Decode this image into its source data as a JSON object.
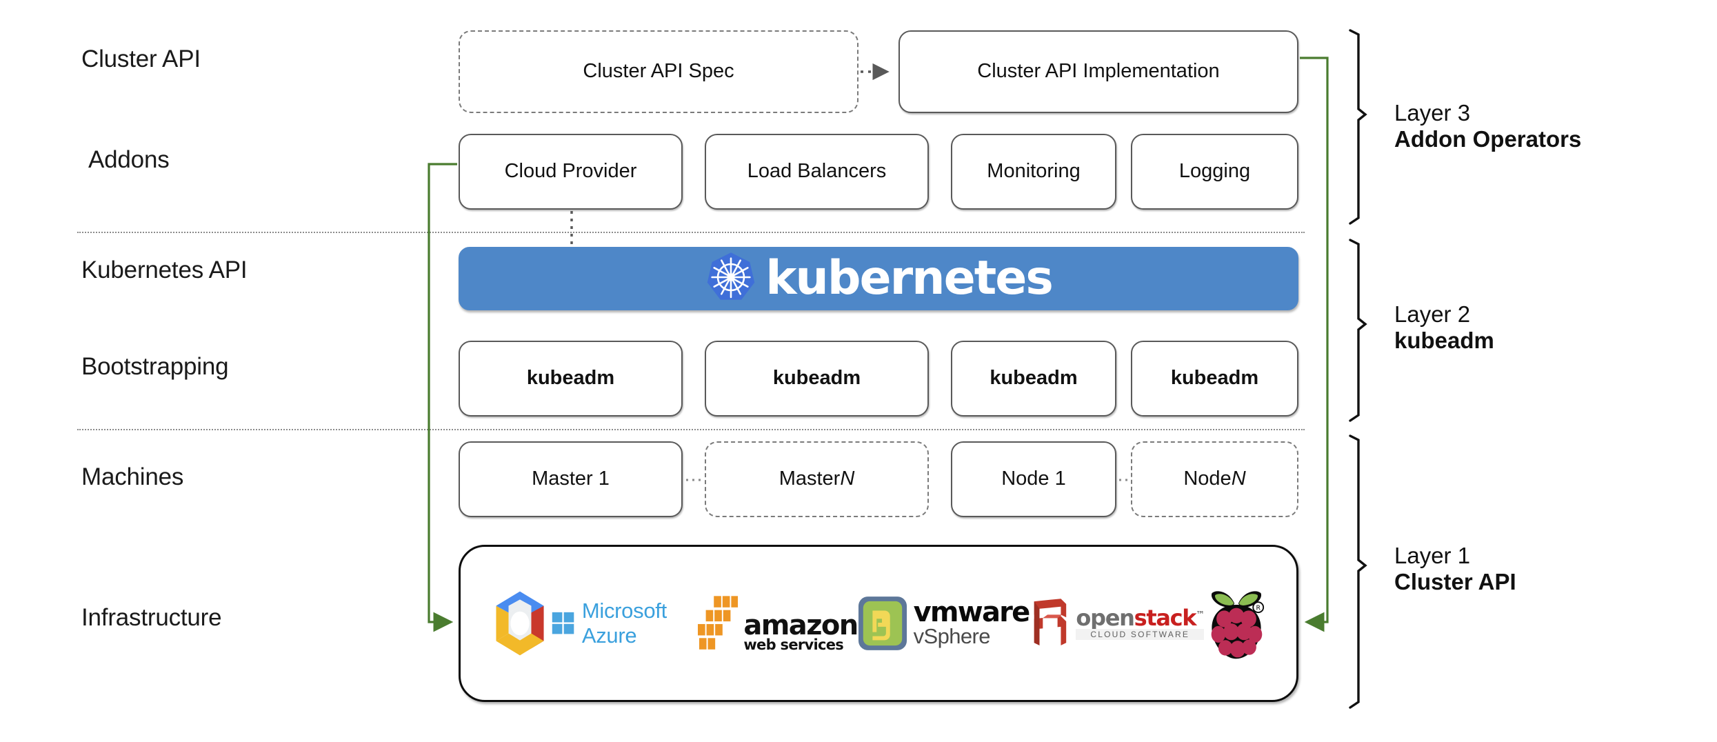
{
  "diagram": {
    "title": "Kubernetes Cluster API layered architecture",
    "accent_green": "#4a7c2f",
    "kube_blue": "#4e87c8",
    "kube_logo_blue": "#3f6fd8"
  },
  "row_labels": [
    {
      "id": "cluster-api",
      "text": "Cluster API"
    },
    {
      "id": "addons",
      "text": "Addons"
    },
    {
      "id": "kubernetes-api",
      "text": "Kubernetes API"
    },
    {
      "id": "bootstrapping",
      "text": "Bootstrapping"
    },
    {
      "id": "machines",
      "text": "Machines"
    },
    {
      "id": "infrastructure",
      "text": "Infrastructure"
    }
  ],
  "cluster_api_row": {
    "spec": {
      "label": "Cluster API Spec",
      "style": "dashed"
    },
    "implementation": {
      "label": "Cluster API Implementation",
      "style": "solid"
    },
    "connector": "dotted-arrow"
  },
  "addons_row": [
    {
      "label": "Cloud Provider"
    },
    {
      "label": "Load Balancers"
    },
    {
      "label": "Monitoring"
    },
    {
      "label": "Logging"
    }
  ],
  "kubernetes_banner": {
    "wordmark": "kubernetes",
    "logo_name": "kubernetes-helm-icon"
  },
  "bootstrapping_row": [
    {
      "label": "kubeadm"
    },
    {
      "label": "kubeadm"
    },
    {
      "label": "kubeadm"
    },
    {
      "label": "kubeadm"
    }
  ],
  "machines_row": [
    {
      "label": "Master 1",
      "style": "solid",
      "italic_suffix": ""
    },
    {
      "label": "Master ",
      "style": "dashed",
      "italic_suffix": "N"
    },
    {
      "label": "Node 1",
      "style": "solid",
      "italic_suffix": ""
    },
    {
      "label": "Node ",
      "style": "dashed",
      "italic_suffix": "N"
    }
  ],
  "infrastructure_row": {
    "providers": [
      {
        "name": "google-cloud-platform",
        "label": ""
      },
      {
        "name": "microsoft-azure",
        "label": "Microsoft Azure"
      },
      {
        "name": "amazon-web-services",
        "label_top": "amazon",
        "label_bottom": "web services"
      },
      {
        "name": "vmware-vsphere",
        "label_top": "vmware",
        "label_bottom": "vSphere"
      },
      {
        "name": "openstack",
        "label_open": "open",
        "label_stack": "stack",
        "label_sub": "CLOUD SOFTWARE"
      },
      {
        "name": "raspberry-pi",
        "label": ""
      }
    ]
  },
  "layers": [
    {
      "id": "layer-3",
      "line1": "Layer 3",
      "line2": "Addon Operators"
    },
    {
      "id": "layer-2",
      "line1": "Layer 2",
      "line2": "kubeadm"
    },
    {
      "id": "layer-1",
      "line1": "Layer 1",
      "line2": "Cluster API"
    }
  ]
}
